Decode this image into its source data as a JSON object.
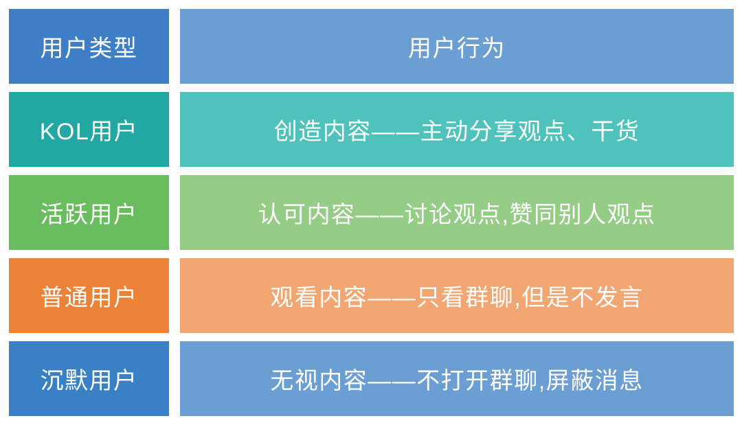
{
  "table": {
    "title_semantic": "user-type-behavior-table",
    "header": {
      "type_label": "用户类型",
      "behavior_label": "用户行为",
      "type_color": "#3d7ec6",
      "behavior_color": "#6b9ed2"
    },
    "rows": [
      {
        "type": "KOL用户",
        "behavior": "创造内容——主动分享观点、干货",
        "type_color": "#21a8a3",
        "behavior_color": "#4fc2bb"
      },
      {
        "type": "活跃用户",
        "behavior": "认可内容——讨论观点,赞同别人观点",
        "type_color": "#6abd5e",
        "behavior_color": "#95cc86"
      },
      {
        "type": "普通用户",
        "behavior": "观看内容——只看群聊,但是不发言",
        "type_color": "#ec8138",
        "behavior_color": "#f2a671"
      },
      {
        "type": "沉默用户",
        "behavior": "无视内容——不打开群聊,屏蔽消息",
        "type_color": "#3a80c4",
        "behavior_color": "#6b9ed2"
      }
    ]
  }
}
